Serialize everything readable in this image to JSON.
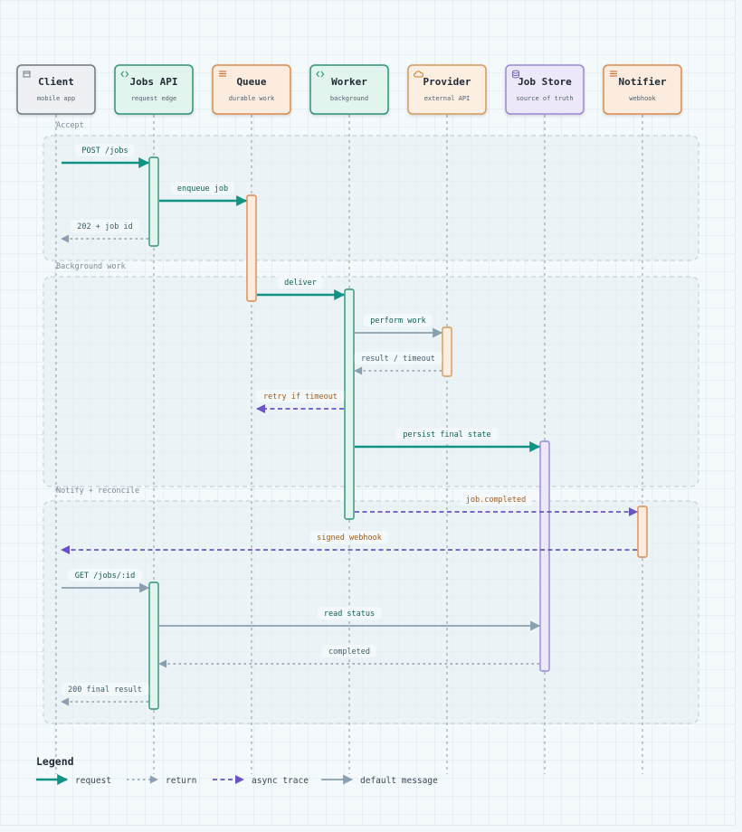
{
  "colors": {
    "request": "#129484",
    "return": "#8aa0b0",
    "async": "#6b54c6",
    "default": "#8aa0b0",
    "label_request": "#0e5e55",
    "label_async": "#a45a17",
    "label_default": "#0e5e55",
    "label_return": "#3f5b69"
  },
  "participants": [
    {
      "id": "client",
      "title": "Client",
      "subtitle": "mobile app",
      "icon": "window-icon",
      "fill": "#eef0f3",
      "stroke": "#6e7882",
      "iconColor": "#6e7882"
    },
    {
      "id": "api",
      "title": "Jobs API",
      "subtitle": "request edge",
      "icon": "code-icon",
      "fill": "#e2f4ee",
      "stroke": "#2e9278",
      "iconColor": "#2e9278"
    },
    {
      "id": "queue",
      "title": "Queue",
      "subtitle": "durable work",
      "icon": "list-icon",
      "fill": "#fcebdf",
      "stroke": "#d88b4e",
      "iconColor": "#d36b2a"
    },
    {
      "id": "worker",
      "title": "Worker",
      "subtitle": "background",
      "icon": "code-icon",
      "fill": "#e2f4ee",
      "stroke": "#2e9278",
      "iconColor": "#2e9278"
    },
    {
      "id": "provider",
      "title": "Provider",
      "subtitle": "external API",
      "icon": "cloud-icon",
      "fill": "#fcefe2",
      "stroke": "#d39a5c",
      "iconColor": "#c47a2e"
    },
    {
      "id": "store",
      "title": "Job Store",
      "subtitle": "source of truth",
      "icon": "database-icon",
      "fill": "#ede8f9",
      "stroke": "#9a87d6",
      "iconColor": "#7d64c8"
    },
    {
      "id": "notifier",
      "title": "Notifier",
      "subtitle": "webhook",
      "icon": "list-icon",
      "fill": "#fcebdf",
      "stroke": "#d88b4e",
      "iconColor": "#d36b2a"
    }
  ],
  "groups": [
    {
      "label": "Accept"
    },
    {
      "label": "Background work"
    },
    {
      "label": "Notify + reconcile"
    }
  ],
  "messages": [
    {
      "label": "POST /jobs",
      "kind": "request"
    },
    {
      "label": "enqueue job",
      "kind": "request"
    },
    {
      "label": "202 + job id",
      "kind": "return"
    },
    {
      "label": "deliver",
      "kind": "request"
    },
    {
      "label": "perform work",
      "kind": "default"
    },
    {
      "label": "result / timeout",
      "kind": "return"
    },
    {
      "label": "retry if timeout",
      "kind": "async"
    },
    {
      "label": "persist final state",
      "kind": "request"
    },
    {
      "label": "job.completed",
      "kind": "async"
    },
    {
      "label": "signed webhook",
      "kind": "async"
    },
    {
      "label": "GET /jobs/:id",
      "kind": "default"
    },
    {
      "label": "read status",
      "kind": "default"
    },
    {
      "label": "completed",
      "kind": "return"
    },
    {
      "label": "200 final result",
      "kind": "return"
    }
  ],
  "legend": {
    "title": "Legend",
    "items": [
      {
        "label": "request",
        "kind": "request"
      },
      {
        "label": "return",
        "kind": "return"
      },
      {
        "label": "async trace",
        "kind": "async"
      },
      {
        "label": "default message",
        "kind": "default"
      }
    ]
  }
}
